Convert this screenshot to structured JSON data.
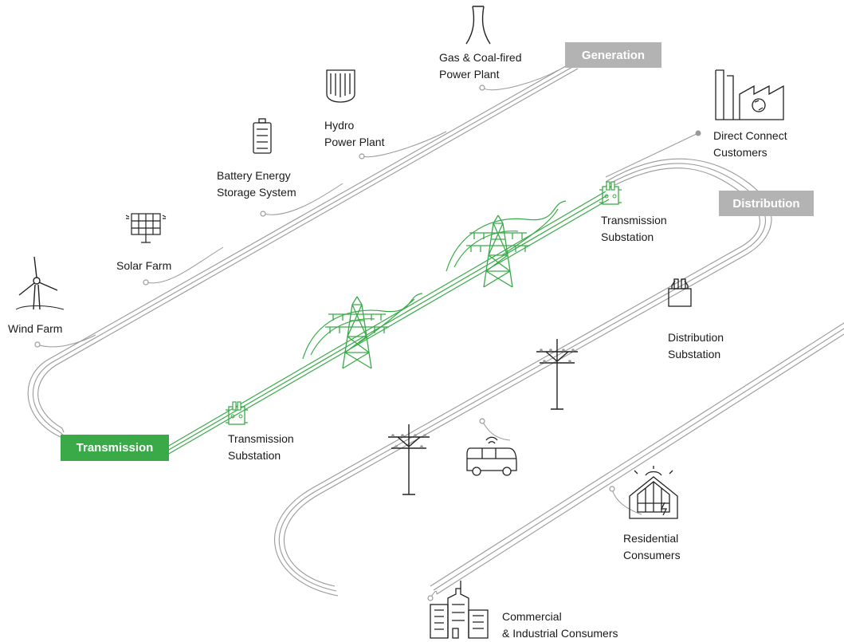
{
  "stages": {
    "generation": "Generation",
    "transmission": "Transmission",
    "distribution": "Distribution"
  },
  "labels": {
    "gas_coal": [
      "Gas & Coal-fired",
      "Power Plant"
    ],
    "hydro": [
      "Hydro",
      "Power Plant"
    ],
    "battery": [
      "Battery Energy",
      "Storage System"
    ],
    "solar": [
      "Solar Farm"
    ],
    "wind": [
      "Wind Farm"
    ],
    "direct_connect": [
      "Direct Connect",
      "Customers"
    ],
    "transmission_substation_top": [
      "Transmission",
      "Substation"
    ],
    "transmission_substation_bottom": [
      "Transmission",
      "Substation"
    ],
    "distribution_substation": [
      "Distribution",
      "Substation"
    ],
    "residential": [
      "Residential",
      "Consumers"
    ],
    "commercial": [
      "Commercial",
      "& Industrial Consumers"
    ]
  },
  "colors": {
    "line": "#999999",
    "icon": "#222222",
    "transmission_green": "#3aaa49",
    "stage_gray": "#b3b3b3"
  },
  "icons": [
    "power-plant-cooling-tower-icon",
    "hydro-dam-icon",
    "battery-icon",
    "solar-panel-icon",
    "wind-turbine-icon",
    "factory-icon",
    "substation-icon",
    "transmission-tower-icon",
    "utility-pole-icon",
    "electric-vehicle-icon",
    "solar-house-icon",
    "city-buildings-icon"
  ]
}
